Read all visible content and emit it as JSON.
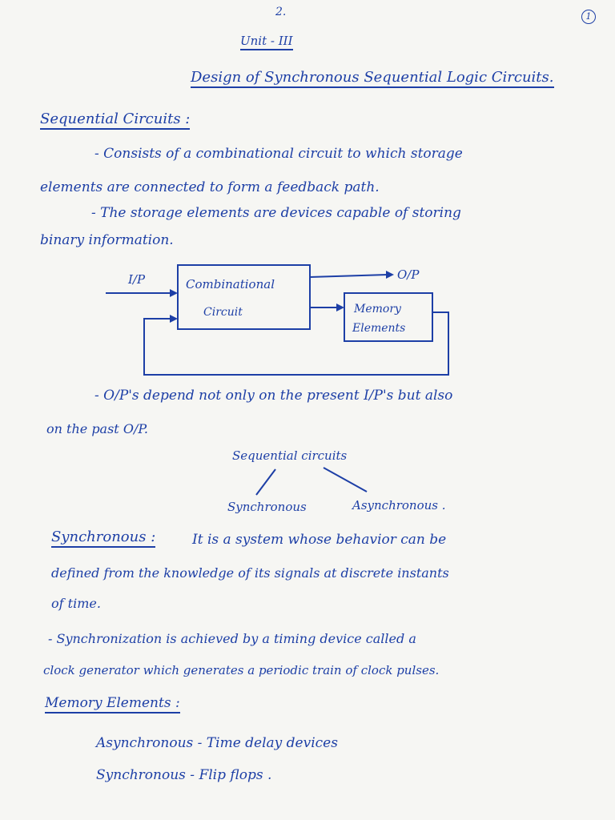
{
  "page_no": "2.",
  "circle_no": "1",
  "unit": "Unit - III",
  "title": "Design of Synchronous Sequential Logic Circuits.",
  "sec1": {
    "heading": "Sequential Circuits :",
    "line1": "- Consists of a combinational circuit to which storage",
    "line2": "elements are connected to form a feedback path.",
    "line3": "- The storage elements are devices capable of storing",
    "line4": "binary information."
  },
  "diagram": {
    "input": "I/P",
    "output": "O/P",
    "comb_line1": "Combinational",
    "comb_line2": "Circuit",
    "mem_line1": "Memory",
    "mem_line2": "Elements"
  },
  "dep": {
    "line1": "- O/P's depend not only on the present I/P's but also",
    "line2": "on the past O/P."
  },
  "tree": {
    "root": "Sequential circuits",
    "left": "Synchronous",
    "right": "Asynchronous ."
  },
  "sync": {
    "term": "Synchronous :",
    "line1": "It is a system whose behavior can be",
    "line2": "defined from the knowledge of its signals at discrete instants",
    "line3": "of time.",
    "line4": "- Synchronization is achieved by a timing device called a",
    "line5": "clock generator which generates a periodic train of clock pulses."
  },
  "mem": {
    "heading": "Memory Elements :",
    "row1": "Asynchronous - Time delay devices",
    "row2": "Synchronous - Flip flops ."
  }
}
